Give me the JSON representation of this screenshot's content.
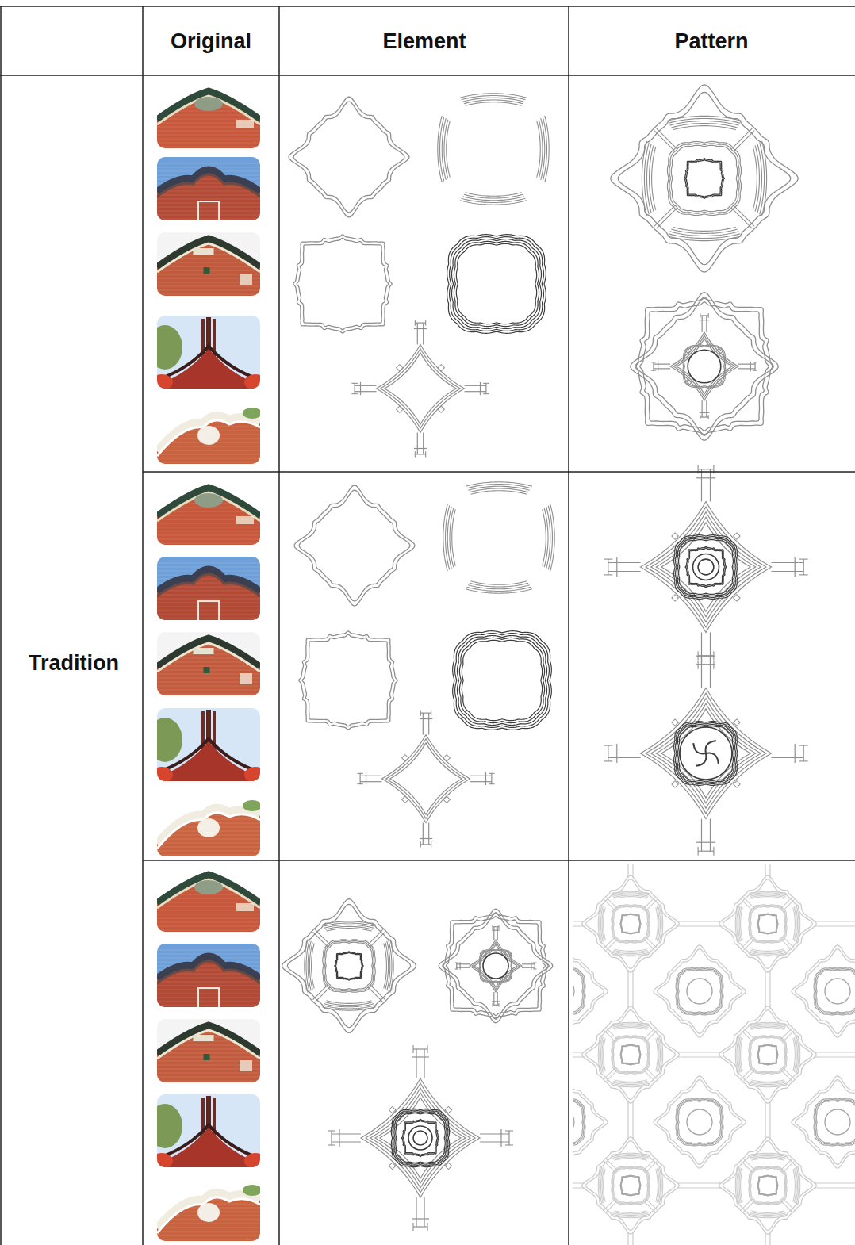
{
  "diagram": {
    "labels": [
      "Original",
      "Element",
      "Pattern",
      "Tradition"
    ]
  }
}
